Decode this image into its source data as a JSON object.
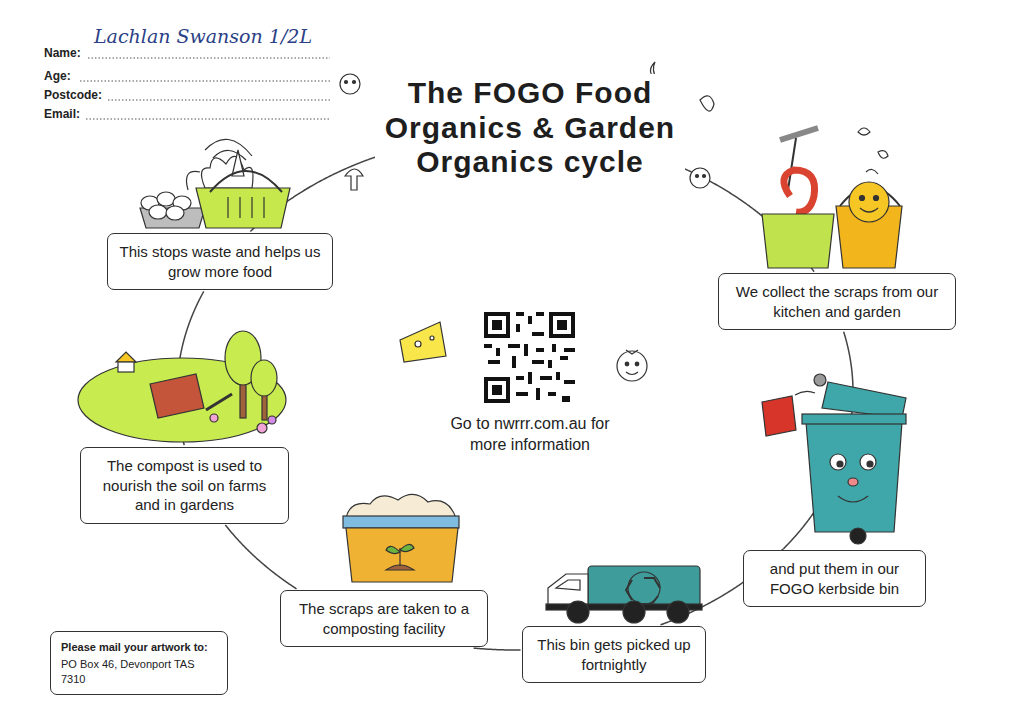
{
  "diagram": {
    "title": "The FOGO Food Organics & Garden Organics cycle",
    "nodes": [
      {
        "text": [
          "We collect the scraps from our kitchen and garden"
        ]
      },
      {
        "text": [
          "and put them in our FOGO kerbside bin"
        ]
      },
      {
        "text": [
          "This bin gets picked up fortnightly"
        ]
      },
      {
        "text": [
          "The scraps are taken to a composting facility"
        ]
      },
      {
        "text": [
          "The compost is used to nourish the soil on farms and in gardens"
        ]
      },
      {
        "text": [
          "This stops waste and helps us grow more food"
        ]
      },
      {
        "text": [
          "Please mail your artwork to:",
          "PO Box 46, Devonport TAS 7310"
        ]
      }
    ],
    "edges": [
      {
        "from": 0,
        "to": 1,
        "arrow": "none"
      },
      {
        "from": 1,
        "to": 2,
        "arrow": "none"
      },
      {
        "from": 2,
        "to": 3,
        "arrow": "none"
      },
      {
        "from": 3,
        "to": 4,
        "arrow": "none"
      },
      {
        "from": 4,
        "to": 5,
        "arrow": "none"
      },
      {
        "from": 5,
        "to": 0,
        "arrow": "none"
      }
    ],
    "labels": [
      "Name:",
      "Age:",
      "Postcode:",
      "Email:",
      "Lachlan Swanson 1/2L",
      "Go to nwrrr.com.au for more information"
    ]
  }
}
